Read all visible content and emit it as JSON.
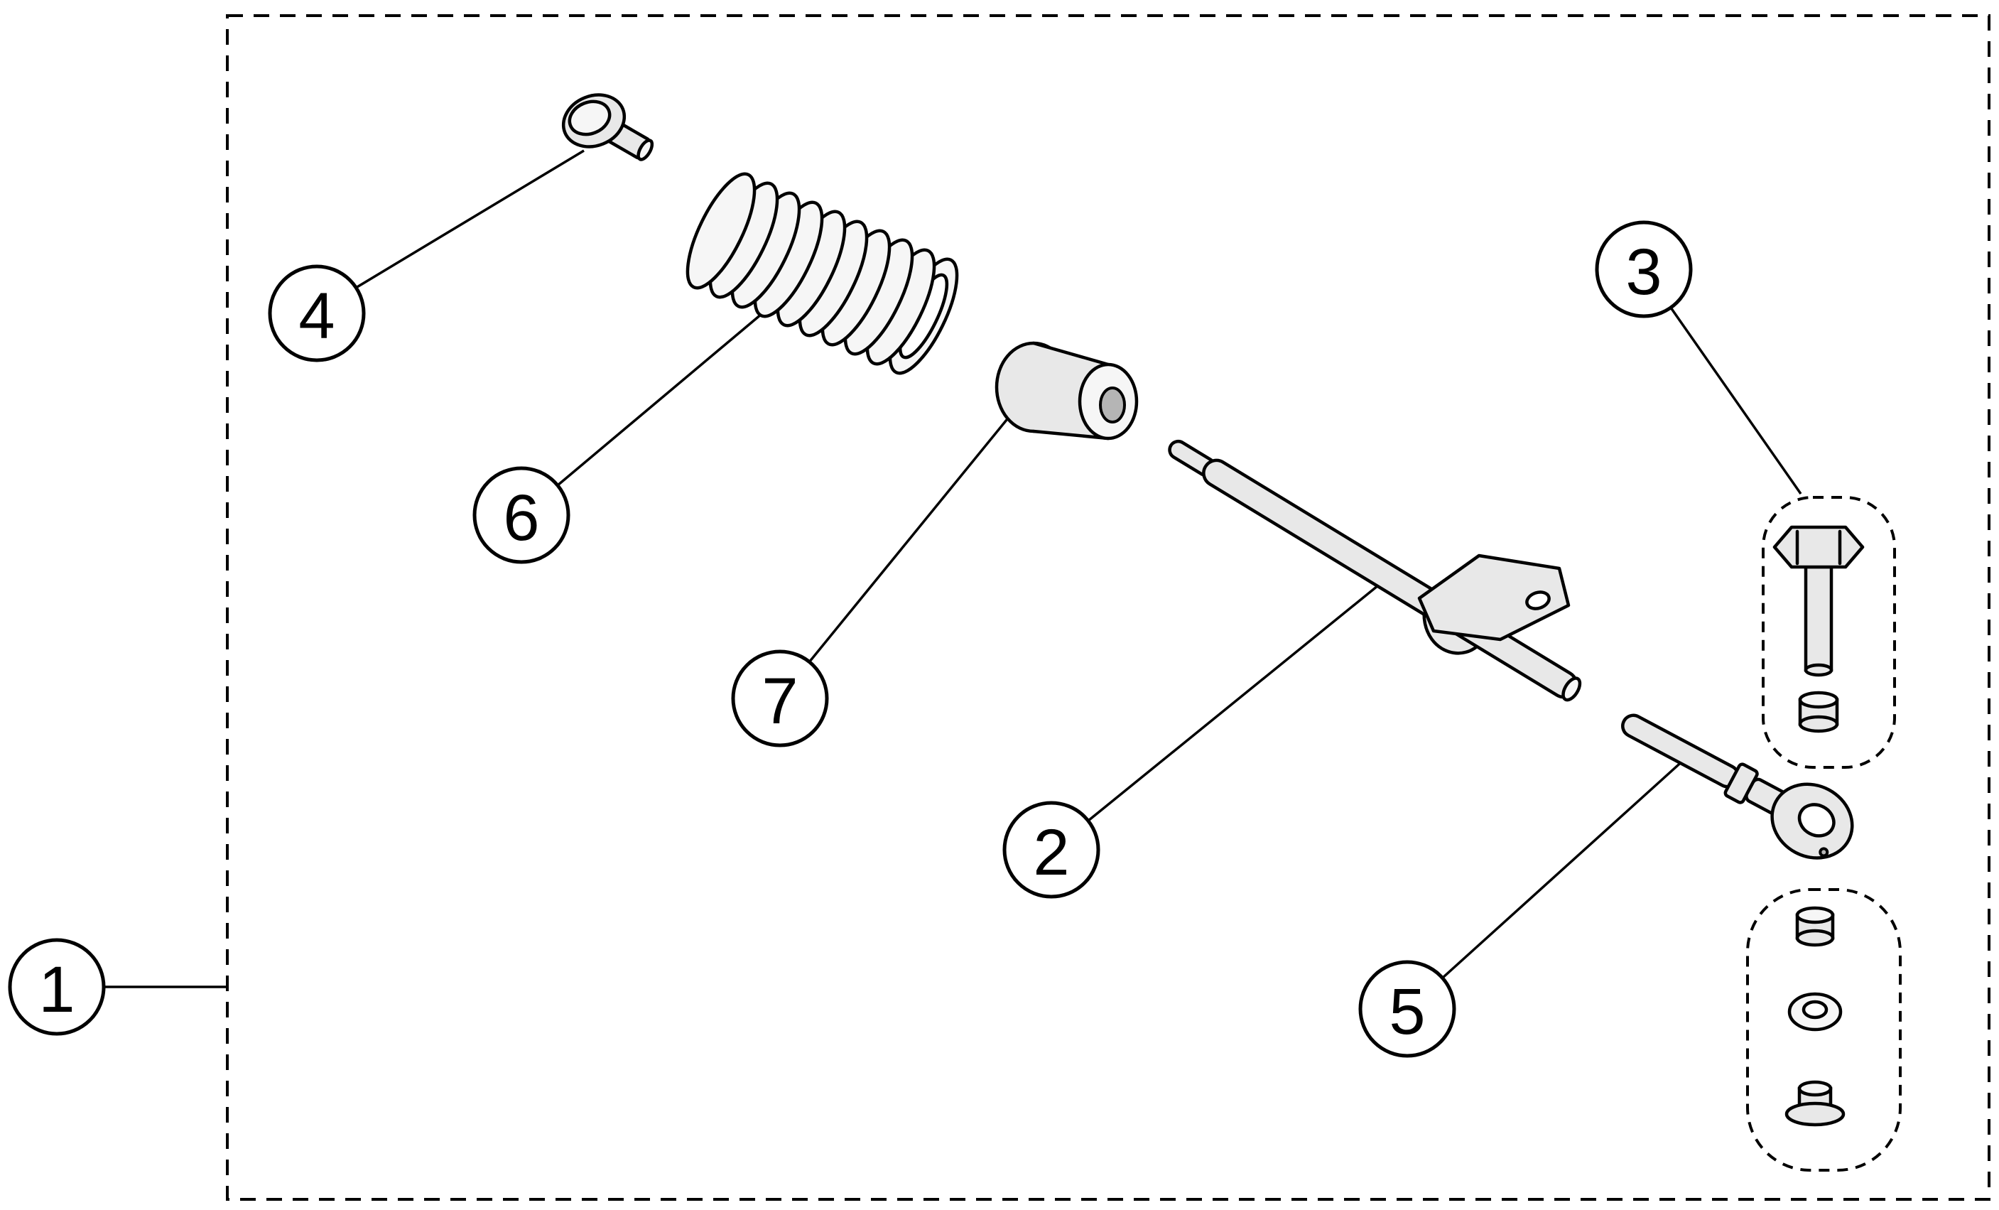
{
  "diagram": {
    "type": "exploded-parts-diagram",
    "callouts": {
      "c1": "1",
      "c2": "2",
      "c3": "3",
      "c4": "4",
      "c5": "5",
      "c6": "6",
      "c7": "7"
    }
  },
  "colors": {
    "bg": "#ffffff",
    "line": "#000000",
    "fill": "#e8e8e8",
    "fill_light": "#f6f6f6",
    "fill_dark": "#b5b5b5"
  }
}
